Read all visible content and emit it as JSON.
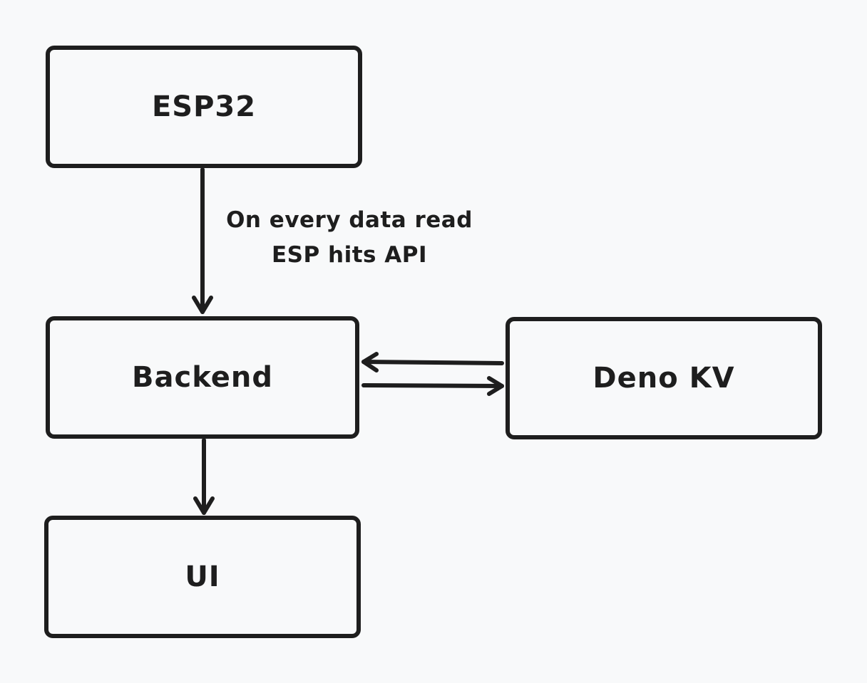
{
  "diagram": {
    "nodes": {
      "esp32": {
        "label": "ESP32"
      },
      "backend": {
        "label": "Backend"
      },
      "denokv": {
        "label": "Deno KV"
      },
      "ui": {
        "label": "UI"
      }
    },
    "edges": {
      "esp32_to_backend": {
        "label_line1": "On every data read",
        "label_line2": "ESP hits API"
      },
      "denokv_to_backend": {
        "label": ""
      },
      "backend_to_denokv": {
        "label": ""
      },
      "backend_to_ui": {
        "label": ""
      }
    },
    "colors": {
      "background": "#f8f9fa",
      "stroke": "#1e1e1e"
    }
  }
}
